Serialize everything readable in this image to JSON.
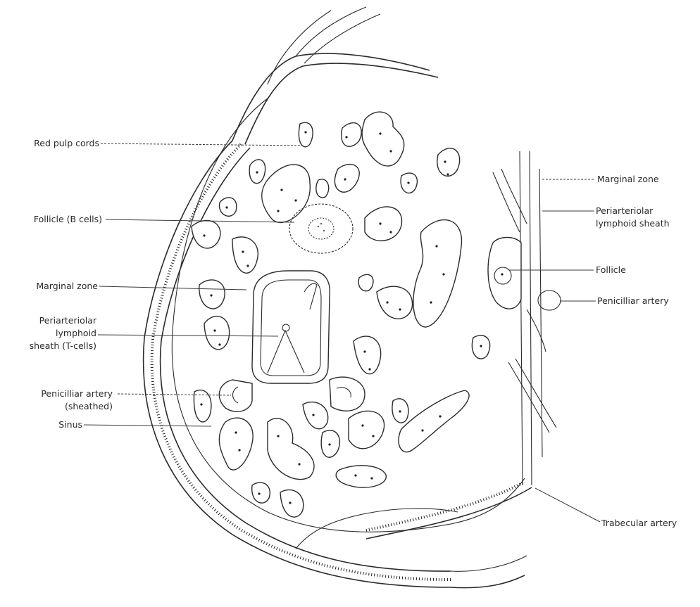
{
  "colors": {
    "ink": "#2b2b2b",
    "background": "#ffffff"
  },
  "labels": {
    "red_pulp_cords": "Red pulp cords",
    "follicle_b_cells": "Follicle (B cells)",
    "marginal_zone_left": "Marginal zone",
    "pals_line1": "Periarteriolar",
    "pals_line2": "lymphoid",
    "pals_line3": "sheath (T-cells)",
    "penicilliar_left_line1": "Penicilliar artery",
    "penicilliar_left_line2": "(sheathed)",
    "sinus": "Sinus",
    "marginal_zone_right": "Marginal zone",
    "pals_right_line1": "Periarteriolar",
    "pals_right_line2": "lymphoid sheath",
    "follicle_right": "Follicle",
    "penicilliar_right": "Penicilliar artery",
    "trabecular_artery": "Trabecular artery"
  }
}
